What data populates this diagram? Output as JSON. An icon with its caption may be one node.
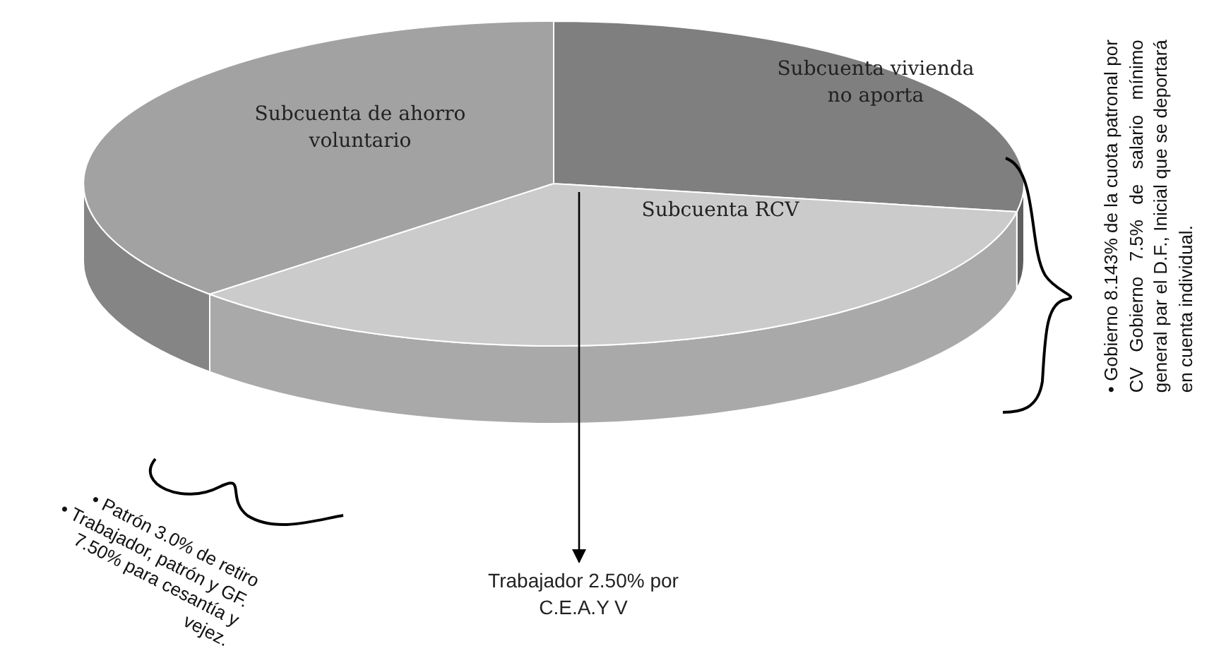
{
  "diagram": {
    "nodes": [
      {
        "text": [
          "Subcuenta vivienda no aporta"
        ]
      },
      {
        "text": [
          "Subcuenta de ahorro voluntario"
        ]
      },
      {
        "text": [
          "Subcuenta RCV"
        ]
      },
      {
        "text": [
          "Trabajador 2.50% por C.E.A.Y V"
        ]
      }
    ],
    "edges": [
      {
        "from": 2,
        "to": 3,
        "arrow": "to"
      }
    ],
    "labels": [
      "• Patrón 3.0% de retiro",
      "• Trabajador, patrón y GF. 7.50% para cesantía y vejez.",
      "• Gobierno 8.143% de la cuota patronal por CV Gobierno 7.5% de salario mínimo general par el D.F., Inicial que se deportará en cuenta individual."
    ]
  }
}
